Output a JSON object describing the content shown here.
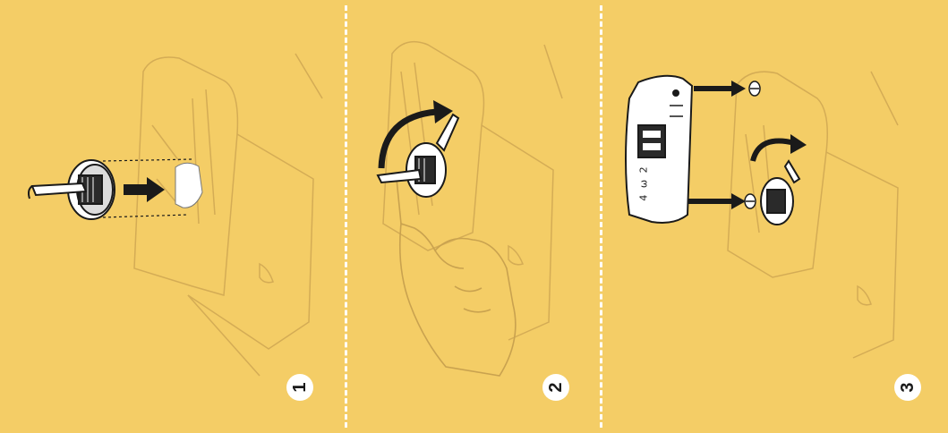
{
  "steps": [
    {
      "number": "1"
    },
    {
      "number": "2"
    },
    {
      "number": "3"
    }
  ],
  "plate_marks": "4 ω 2",
  "colors": {
    "background": "#f4cd66",
    "divider": "#ffffff",
    "line_light": "#d9b25a",
    "ink": "#1a1a1a",
    "highlight": "#ffffff"
  },
  "icons": [
    "bobbin-case-icon",
    "arrow-right-icon",
    "curved-arrow-icon",
    "hand-icon",
    "needle-plate-icon",
    "screw-icon"
  ]
}
